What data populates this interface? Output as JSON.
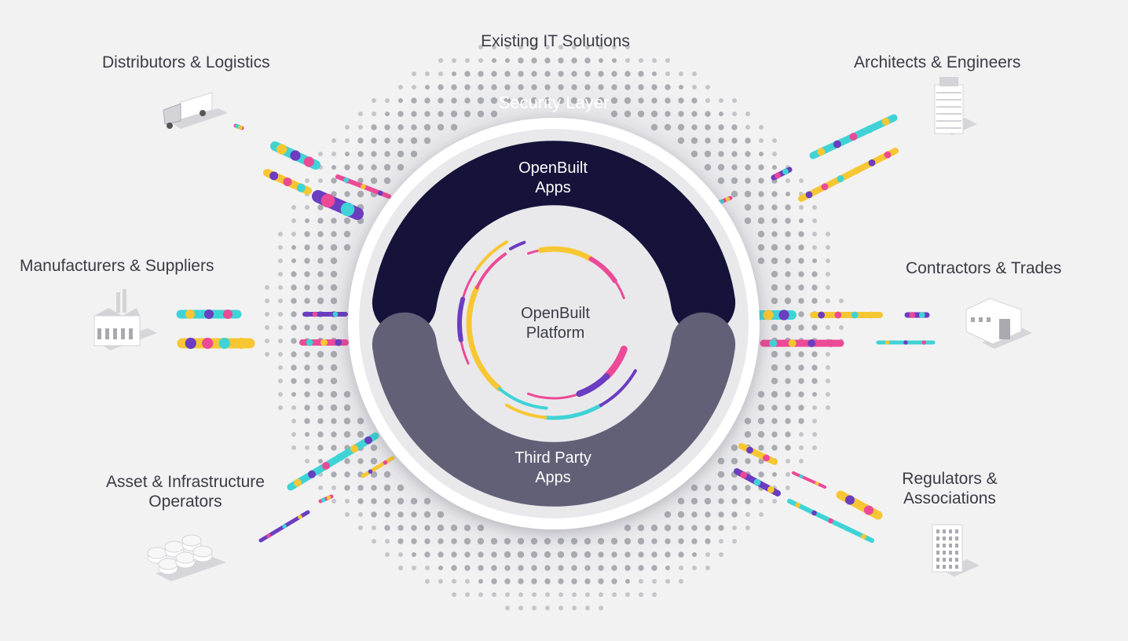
{
  "colors": {
    "background": "#f2f2f3",
    "dots": "#9fa0a6",
    "openbuilt_apps": "#151339",
    "third_party_apps": "#626077",
    "platform_core": "#e9e9ec",
    "accent_pink": "#ec4a96",
    "accent_cyan": "#3fd3d6",
    "accent_yellow": "#f7c733",
    "accent_purple": "#6a3dc1",
    "text": "#3b3b46"
  },
  "center": {
    "existing_it": "Existing IT Solutions",
    "security_layer": "Security Layer",
    "openbuilt_apps": [
      "OpenBuilt",
      "Apps"
    ],
    "platform": [
      "OpenBuilt",
      "Platform"
    ],
    "third_party_apps": [
      "Third Party",
      "Apps"
    ]
  },
  "stakeholders": {
    "distributors": {
      "label": [
        "Distributors & Logistics"
      ],
      "icon": "truck-icon"
    },
    "manufacturers": {
      "label": [
        "Manufacturers & Suppliers"
      ],
      "icon": "factory-icon"
    },
    "asset": {
      "label": [
        "Asset & Infrastructure",
        "Operators"
      ],
      "icon": "storage-tanks-icon"
    },
    "architects": {
      "label": [
        "Architects & Engineers"
      ],
      "icon": "office-tower-icon"
    },
    "contractors": {
      "label": [
        "Contractors & Trades"
      ],
      "icon": "warehouse-icon"
    },
    "regulators": {
      "label": [
        "Regulators &",
        "Associations"
      ],
      "icon": "apartment-building-icon"
    }
  }
}
